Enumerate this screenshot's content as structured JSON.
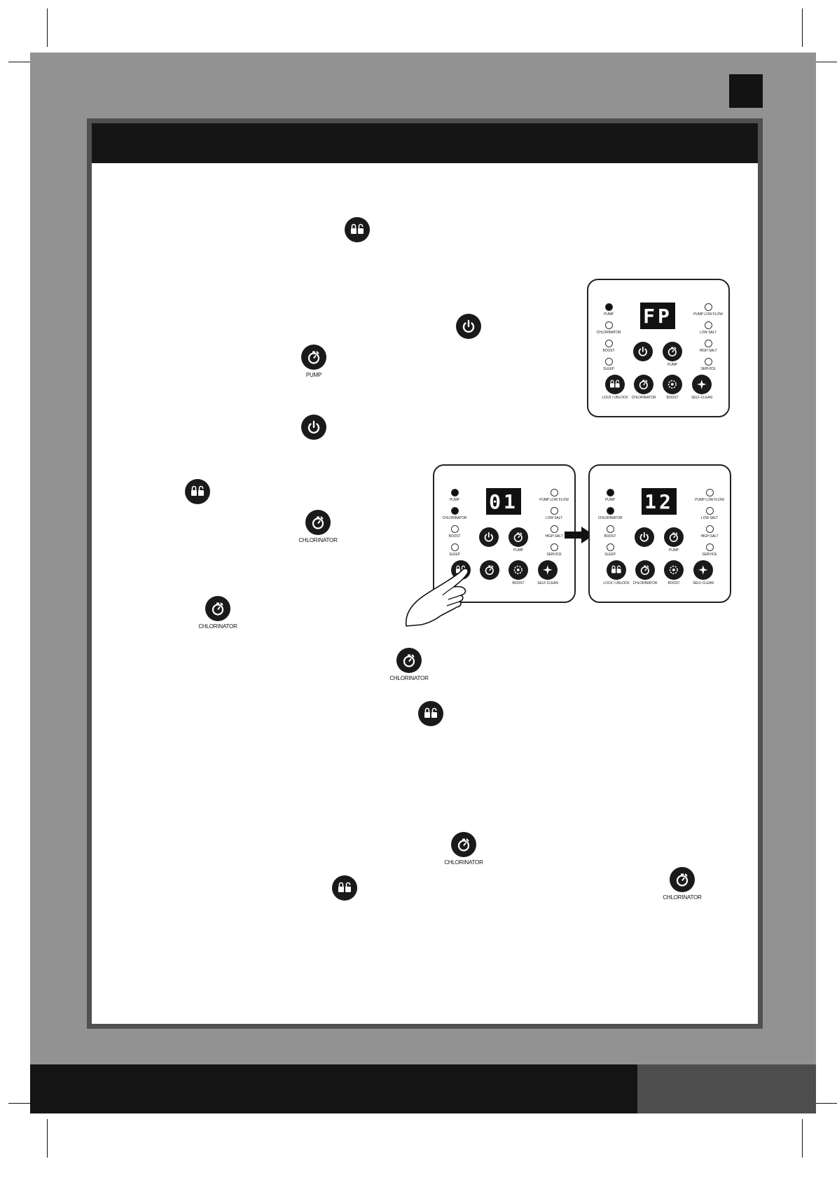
{
  "icons": {
    "lock": "lock-unlock-icon",
    "power": "power-icon",
    "timer": "timer-icon"
  },
  "labels": {
    "pump": "PUMP",
    "chlorinator": "CHLORINATOR"
  },
  "panel_labels": {
    "pump": "PUMP",
    "chlorinator": "CHLORINATOR",
    "boost": "BOOST",
    "sleep": "SLEEP",
    "pump_low_flow": "PUMP LOW FLOW",
    "low_salt": "LOW SALT",
    "high_salt": "HIGH SALT",
    "service": "SERVICE",
    "lock_unlock": "LOCK / UNLOCK",
    "self_clean": "SELF-CLEAN",
    "pump_btn": "PUMP"
  },
  "displays": {
    "panel1": "FP",
    "panel2": "01",
    "panel3": "12"
  },
  "colors": {
    "sheet_gray": "#929292",
    "bar_dark": "#151515",
    "footer_accent": "#4d4d4d"
  }
}
